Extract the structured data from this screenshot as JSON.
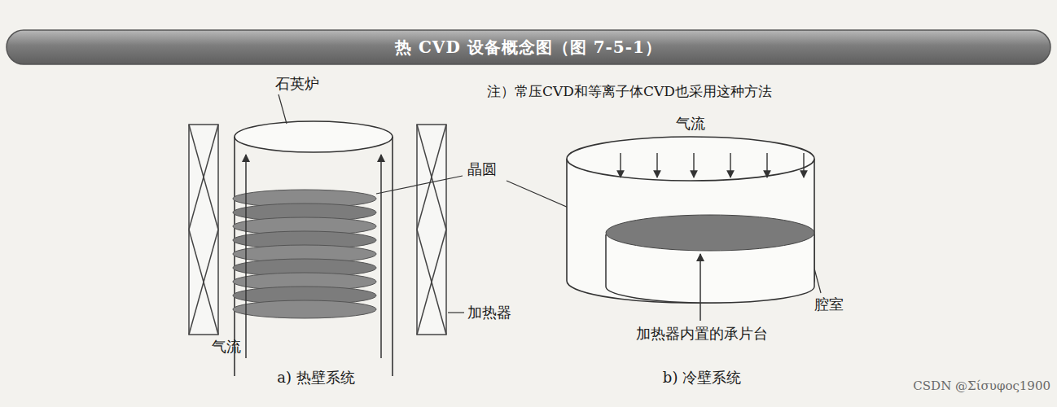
{
  "diagram": {
    "title": "热 CVD 设备概念图（图 7-5-1）",
    "labels": [
      "注）常压CVD和等离子体CVD也采用这种方法",
      "石英炉",
      "晶圆",
      "加热器",
      "气流",
      "a) 热壁系统",
      "气流",
      "腔室",
      "加热器内置的承片台",
      "b) 冷壁系统",
      "CSDN @Σίσυφος1900"
    ]
  }
}
